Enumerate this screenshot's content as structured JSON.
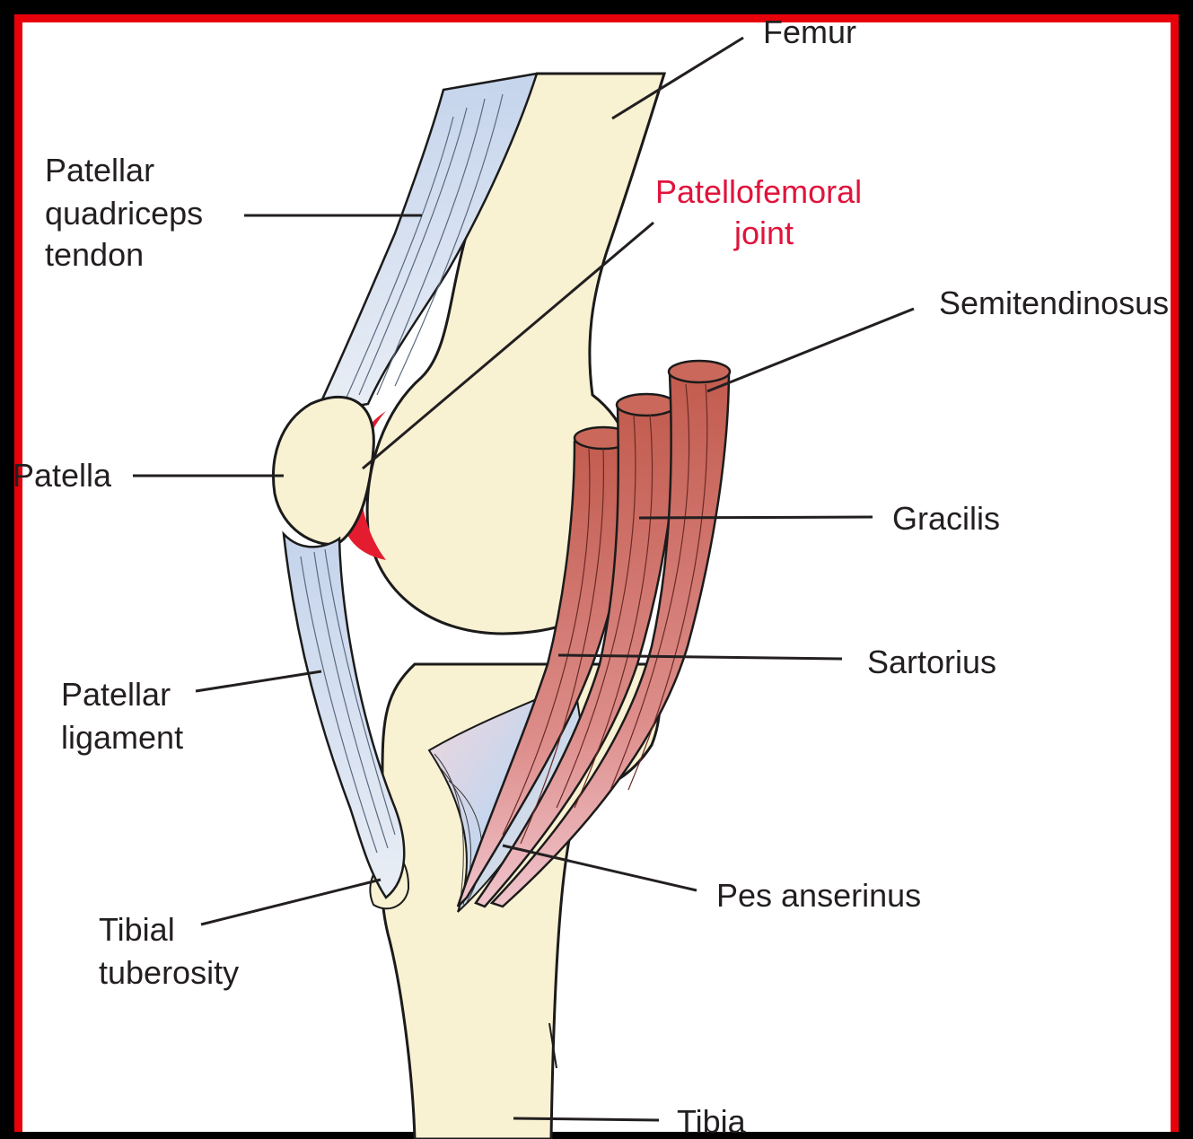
{
  "labels": {
    "femur": "Femur",
    "quad_tendon": [
      "Patellar",
      "quadriceps",
      "tendon"
    ],
    "patellofemoral": [
      "Patellofemoral",
      "joint"
    ],
    "semitendinosus": "Semitendinosus",
    "patella": "Patella",
    "gracilis": "Gracilis",
    "sartorius": "Sartorius",
    "patellar_ligament": [
      "Patellar",
      "ligament"
    ],
    "pes_anserinus": "Pes anserinus",
    "tibial_tuberosity": [
      "Tibial",
      "tuberosity"
    ],
    "tibia": "Tibia"
  },
  "colors": {
    "bone": "#f8f1d2",
    "tendon": "#c9d7ec",
    "muscle": "#c9685b",
    "muscle_light": "#e7a6a6",
    "joint_highlight": "#e31d2f",
    "frame": "#e8000b",
    "outline": "#1b1b1b"
  }
}
